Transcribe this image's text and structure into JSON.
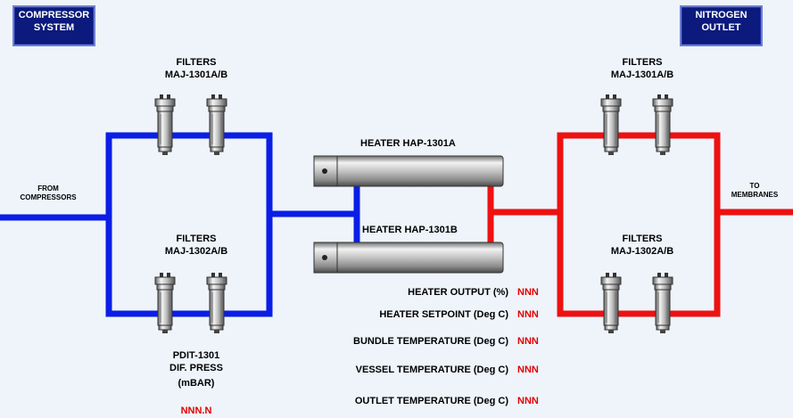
{
  "nav": {
    "compressor_line1": "COMPRESSOR",
    "compressor_line2": "SYSTEM",
    "nitrogen_line1": "NITROGEN",
    "nitrogen_line2": "OUTLET"
  },
  "flow": {
    "from_line1": "FROM",
    "from_line2": "COMPRESSORS",
    "to_line1": "TO",
    "to_line2": "MEMBRANES"
  },
  "filters": {
    "left_top": {
      "title": "FILTERS",
      "tag": "MAJ-1301A/B"
    },
    "left_bottom": {
      "title": "FILTERS",
      "tag": "MAJ-1302A/B"
    },
    "right_top": {
      "title": "FILTERS",
      "tag": "MAJ-1301A/B"
    },
    "right_bottom": {
      "title": "FILTERS",
      "tag": "MAJ-1302A/B"
    }
  },
  "heaters": {
    "a_label": "HEATER HAP-1301A",
    "b_label": "HEATER HAP-1301B"
  },
  "pdit": {
    "line1": "PDIT-1301",
    "line2": "DIF. PRESS",
    "line3": "(mBAR)",
    "value": "NNN.N"
  },
  "readouts": [
    {
      "label": "HEATER OUTPUT (%)",
      "value": "NNN"
    },
    {
      "label": "HEATER SETPOINT  (Deg C)",
      "value": "NNN"
    },
    {
      "label": "BUNDLE TEMPERATURE (Deg C)",
      "value": "NNN"
    },
    {
      "label": "VESSEL TEMPERATURE (Deg C)",
      "value": "NNN"
    },
    {
      "label": "OUTLET TEMPERATURE (Deg C)",
      "value": "NNN"
    }
  ],
  "colors": {
    "cold_pipe": "#0a1ee6",
    "hot_pipe": "#ee1111",
    "value_text": "#e10000",
    "nav_button": "#0b1a7c"
  },
  "icons": {
    "filter": "filter-vessel-icon",
    "heater": "heater-vessel-icon"
  }
}
